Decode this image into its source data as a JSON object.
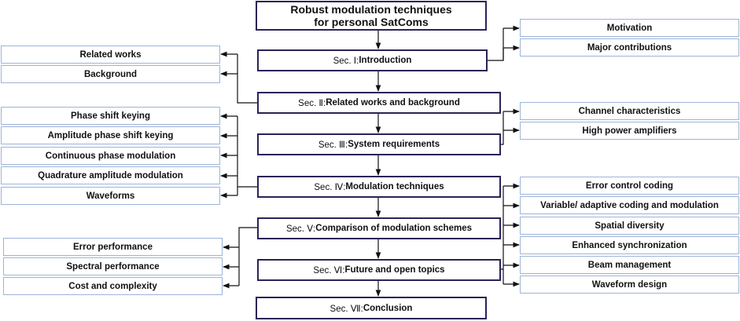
{
  "title": {
    "line1": "Robust modulation techniques",
    "line2": "for personal SatComs"
  },
  "sections": [
    {
      "prefix": "Sec. Ⅰ: ",
      "name": "Introduction"
    },
    {
      "prefix": "Sec. Ⅱ: ",
      "name": "Related works and background"
    },
    {
      "prefix": "Sec. Ⅲ: ",
      "name": "System requirements"
    },
    {
      "prefix": "Sec. Ⅳ: ",
      "name": "Modulation techniques"
    },
    {
      "prefix": "Sec. Ⅴ: ",
      "name": "Comparison of modulation schemes"
    },
    {
      "prefix": "Sec. Ⅵ: ",
      "name": "Future and open topics"
    },
    {
      "prefix": "Sec. Ⅶ: ",
      "name": "Conclusion"
    }
  ],
  "intro_topics": [
    "Motivation",
    "Major contributions"
  ],
  "related_topics": [
    "Related works",
    "Background"
  ],
  "requirements_topics": [
    "Channel characteristics",
    "High power amplifiers"
  ],
  "modulation_topics": [
    "Phase shift keying",
    "Amplitude phase shift keying",
    "Continuous phase modulation",
    "Quadrature amplitude modulation",
    "Waveforms"
  ],
  "comparison_topics": [
    "Error performance",
    "Spectral performance",
    "Cost and complexity"
  ],
  "future_topics": [
    "Error control coding",
    "Variable/ adaptive coding and modulation",
    "Spatial diversity",
    "Enhanced synchronization",
    "Beam management",
    "Waveform design"
  ],
  "colors": {
    "main_border": "#2a2357",
    "side_border": "#9db4d8",
    "connector": "#111111"
  }
}
